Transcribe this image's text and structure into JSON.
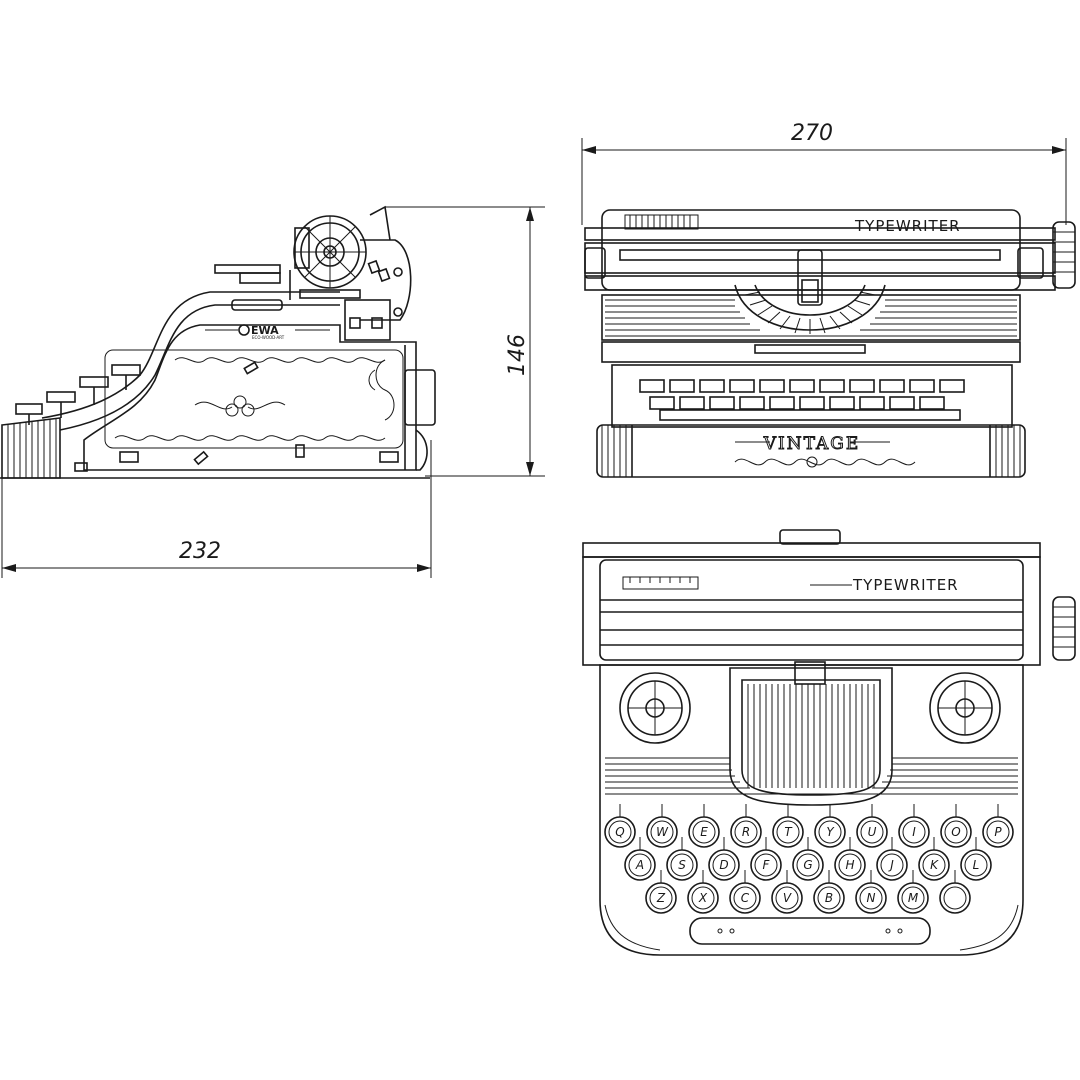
{
  "dimensions": {
    "width_top": "270",
    "height_side": "146",
    "depth_side": "232"
  },
  "labels": {
    "front_brand": "VINTAGE",
    "top_brand": "TYPEWRITER",
    "rear_brand": "TYPEWRITER",
    "logo": "EWA",
    "logo_sub": "ECO-WOOD-ART"
  },
  "keyboard": {
    "row1": [
      "Q",
      "W",
      "E",
      "R",
      "T",
      "Y",
      "U",
      "I",
      "O",
      "P"
    ],
    "row2": [
      "A",
      "S",
      "D",
      "F",
      "G",
      "H",
      "J",
      "K",
      "L"
    ],
    "row3": [
      "Z",
      "X",
      "C",
      "V",
      "B",
      "N",
      "M",
      ""
    ]
  },
  "colors": {
    "line": "#1a1a1a",
    "background": "#ffffff"
  }
}
